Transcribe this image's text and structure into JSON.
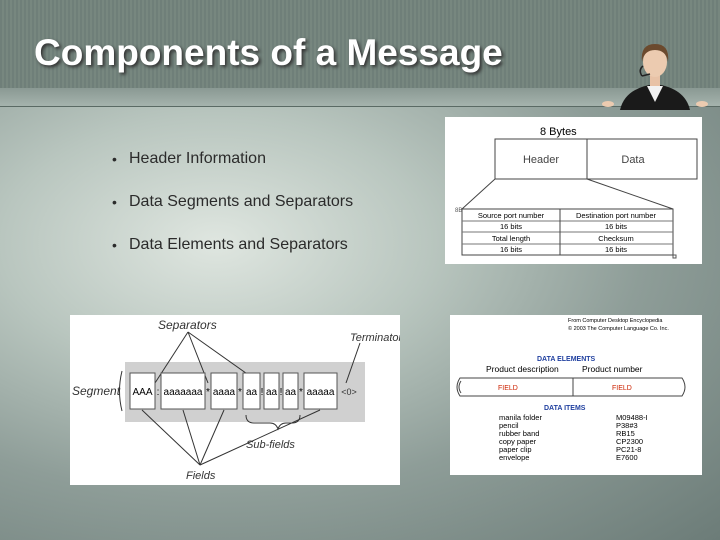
{
  "slide": {
    "title": "Components of a Message",
    "bullets": [
      "Header Information",
      "Data Segments and Separators",
      "Data Elements and Separators"
    ]
  },
  "figure1": {
    "top_label": "8 Bytes",
    "header_label": "Header",
    "data_label": "Data",
    "side_marker": "8B",
    "cells": [
      [
        "Source port number",
        "Destination port number"
      ],
      [
        "16 bits",
        "16 bits"
      ],
      [
        "Total length",
        "Checksum"
      ],
      [
        "16 bits",
        "16 bits"
      ]
    ]
  },
  "figure2": {
    "separators_label": "Separators",
    "terminator_label": "Terminator",
    "segment_label": "Segment",
    "subfields_label": "Sub-fields",
    "fields_label": "Fields",
    "boxes": [
      "AAA",
      "aaaaaaa",
      "aaaa",
      "aa",
      "aa",
      "aa",
      "aaaaa"
    ],
    "separators": [
      ":",
      "*",
      "*",
      "!",
      "!",
      "*"
    ],
    "terminator_symbol": "<0>"
  },
  "figure3": {
    "credit_lines": [
      "From Computer Desktop Encyclopedia",
      "© 2003 The Computer Language Co. Inc."
    ],
    "data_elements_title": "DATA ELEMENTS",
    "col1_label": "Product description",
    "col2_label": "Product number",
    "field_label": "FIELD",
    "data_items_title": "DATA ITEMS",
    "items": [
      [
        "manila folder",
        "M09488-I"
      ],
      [
        "pencil",
        "P38#3"
      ],
      [
        "rubber band",
        "RB15"
      ],
      [
        "copy paper",
        "CP2300"
      ],
      [
        "paper clip",
        "PC21-8"
      ],
      [
        "envelope",
        "E7600"
      ]
    ]
  }
}
